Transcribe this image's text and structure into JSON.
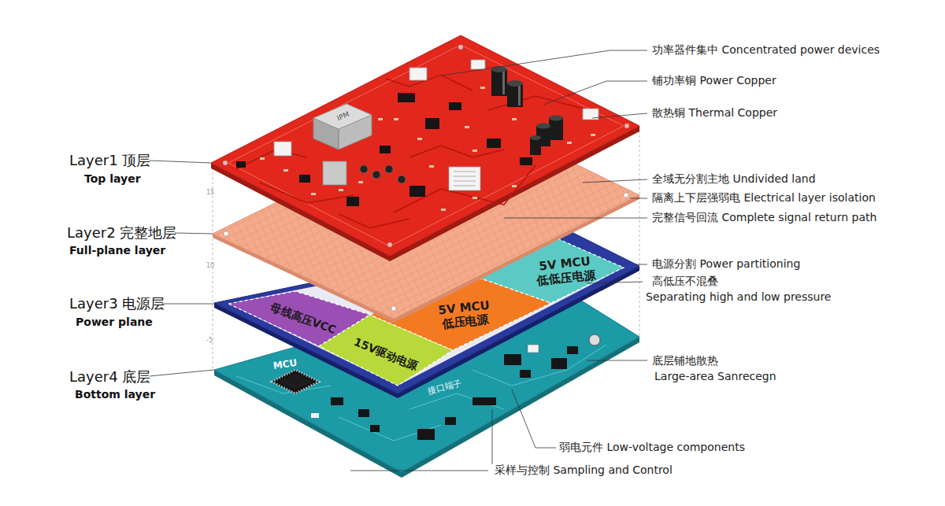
{
  "diagram": {
    "nodes": [
      {
        "text": [
          "Layer1 顶层",
          "Top layer"
        ]
      },
      {
        "text": [
          "IPM"
        ],
        "in": 0
      },
      {
        "text": [
          "Layer2 完整地层",
          "Full-plane layer"
        ]
      },
      {
        "text": [
          "Layer3 电源层",
          "Power plane"
        ]
      },
      {
        "text": [
          "母线高压VCC"
        ],
        "in": 3
      },
      {
        "text": [
          "15V驱动电源"
        ],
        "in": 3
      },
      {
        "text": [
          "5V MCU 低压电源"
        ],
        "in": 3
      },
      {
        "text": [
          "5V MCU 低低压电源"
        ],
        "in": 3
      },
      {
        "text": [
          "Layer4 底层",
          "Bottom layer"
        ]
      }
    ],
    "labels": [
      "功率器件集中 Concentrated power devices",
      "铺功率铜 Power Copper",
      "散热铜 Thermal Copper",
      "全域无分割主地 Undivided land",
      "隔离上下层强弱电 Electrical layer isolation",
      "完整信号回流 Complete signal return path",
      "电源分割 Power partitioning",
      "高低压不混叠",
      "Separating high and low pressure",
      "底层铺地散热",
      "Large-area Sanrecegn",
      "弱电元件 Low-voltage components",
      "采样与控制 Sampling and Control",
      "15",
      "10",
      "-5",
      "MCU",
      "接口端子"
    ]
  }
}
